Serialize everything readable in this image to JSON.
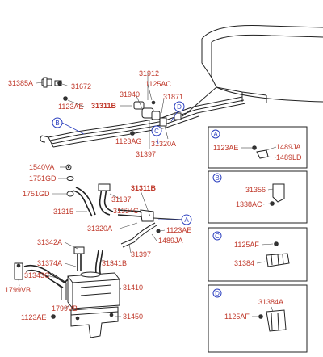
{
  "labels": {
    "l31385A": "31385A",
    "l31672": "31672",
    "l1123AE_a": "1123AE",
    "l31311B_a": "31311B",
    "l31912": "31912",
    "l1125AC": "1125AC",
    "l31940": "31940",
    "l31871": "31871",
    "l1123AG": "1123AG",
    "l31397_a": "31397",
    "l31320A_a": "31320A",
    "l1540VA": "1540VA",
    "l1751GD_a": "1751GD",
    "l1751GD_b": "1751GD",
    "l31315": "31315",
    "l31311B_b": "31311B",
    "l31137": "31137",
    "l31334C": "31334C",
    "l1123AE_b": "1123AE",
    "l31320A_b": "31320A",
    "l1489JA_a": "1489JA",
    "l31342A": "31342A",
    "l31397_b": "31397",
    "l31374A": "31374A",
    "l31341B": "31341B",
    "l31343C": "31343C",
    "l1799VB_a": "1799VB",
    "l31410": "31410",
    "l1799VB_b": "1799VB",
    "l1123AE_c": "1123AE",
    "l31450": "31450"
  },
  "callouts": {
    "A": "A",
    "B": "B",
    "C": "C",
    "D": "D"
  },
  "detail_panels": {
    "A": {
      "letter": "A",
      "labels": [
        "1123AE",
        "1489JA",
        "1489LD"
      ]
    },
    "B": {
      "letter": "B",
      "labels": [
        "31356",
        "1338AC"
      ]
    },
    "C": {
      "letter": "C",
      "labels": [
        "1125AF",
        "31384"
      ]
    },
    "D": {
      "letter": "D",
      "labels": [
        "31384A",
        "1125AF"
      ]
    }
  }
}
